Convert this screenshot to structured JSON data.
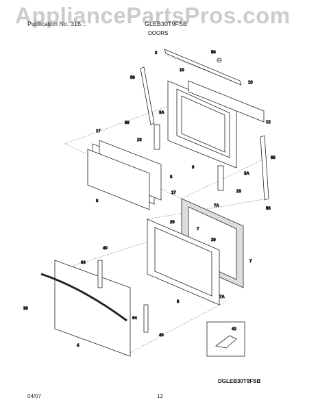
{
  "watermark": "AppliancePartsPros.com",
  "header": {
    "left": "Publication No. 316...",
    "model": "GLEB30T9FSB",
    "section": "DOORS"
  },
  "diagram_code": "DGLEB30T9FSB",
  "footer": {
    "date": "04/07",
    "page": "12"
  },
  "callouts": [
    "3",
    "56",
    "10",
    "56",
    "10",
    "3A",
    "12",
    "56",
    "17",
    "23",
    "9",
    "8",
    "3A",
    "56",
    "17",
    "23",
    "8",
    "56",
    "7A",
    "29",
    "7",
    "40",
    "29",
    "64",
    "7",
    "39",
    "7A",
    "8",
    "64",
    "40",
    "4",
    "42"
  ]
}
